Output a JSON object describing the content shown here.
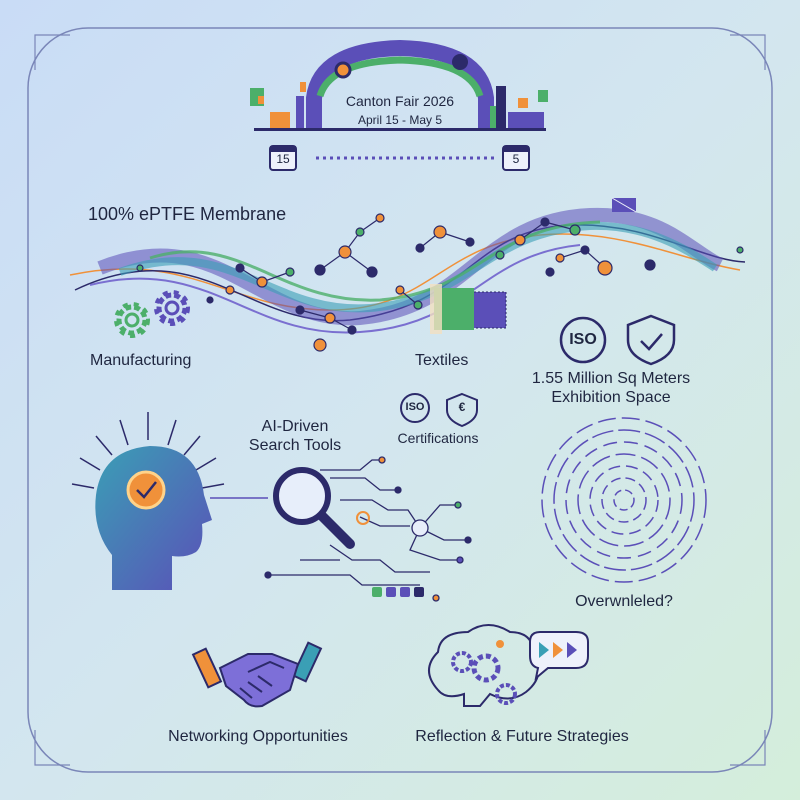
{
  "banner": {
    "title": "Canton Fair 2026",
    "dates": "April 15 - May 5",
    "calendar_left": "15",
    "calendar_right": "5"
  },
  "headline": "100% ePTFE Membrane",
  "sections": {
    "manufacturing": "Manufacturing",
    "textiles": "Textiles",
    "exhibition_line1": "1.55 Million Sq Meters",
    "exhibition_line2": "Exhibition Space",
    "ai_line1": "AI-Driven",
    "ai_line2": "Search Tools",
    "certifications": "Certifications",
    "overwhelmed": "Overwnleled?",
    "networking": "Networking Opportunities",
    "reflection": "Reflection & Future Strategies"
  },
  "badges": {
    "iso_large": "ISO",
    "iso_small": "ISO",
    "ce_small": "€"
  },
  "colors": {
    "purple": "#5b4fb8",
    "green": "#4caf6a",
    "orange": "#f0913a",
    "teal": "#3a9fb5",
    "navy": "#2c2a6a"
  },
  "icons": {
    "gears": "gears-icon",
    "shield": "shield-check-icon",
    "head": "head-check-icon",
    "magnifier": "magnifier-icon",
    "maze": "spiral-maze-icon",
    "handshake": "handshake-icon",
    "brain": "brain-gears-icon",
    "speech": "speech-bubble-play-icon"
  }
}
